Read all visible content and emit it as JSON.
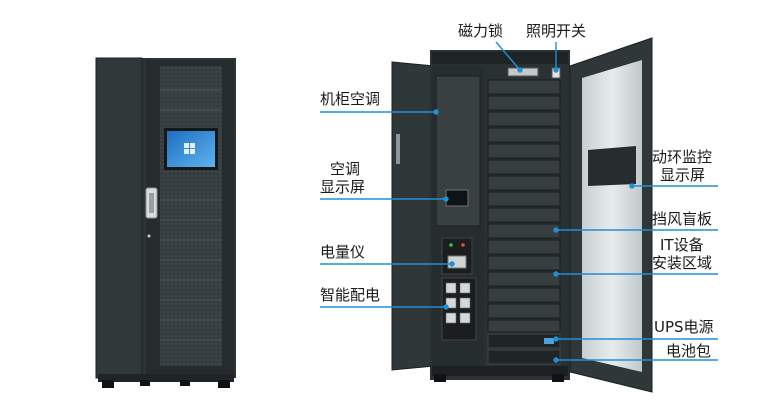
{
  "labels": {
    "magnetic_lock": "磁力锁",
    "light_switch": "照明开关",
    "cabinet_ac": "机柜空调",
    "ac_display_line1": "空调",
    "ac_display_line2": "显示屏",
    "power_meter": "电量仪",
    "smart_pdu": "智能配电",
    "env_monitor_line1": "动环监控",
    "env_monitor_line2": "显示屏",
    "blanking_panel": "挡风盲板",
    "it_area_line1": "IT设备",
    "it_area_line2": "安装区域",
    "ups_power": "UPS电源",
    "battery_pack": "电池包"
  },
  "colors": {
    "cabinet": "#2d3436",
    "cabinet_dark": "#1f2426",
    "callout_line": "#1e90d6",
    "screen": "#2f8fd8",
    "label_text": "#1a1a1a"
  }
}
